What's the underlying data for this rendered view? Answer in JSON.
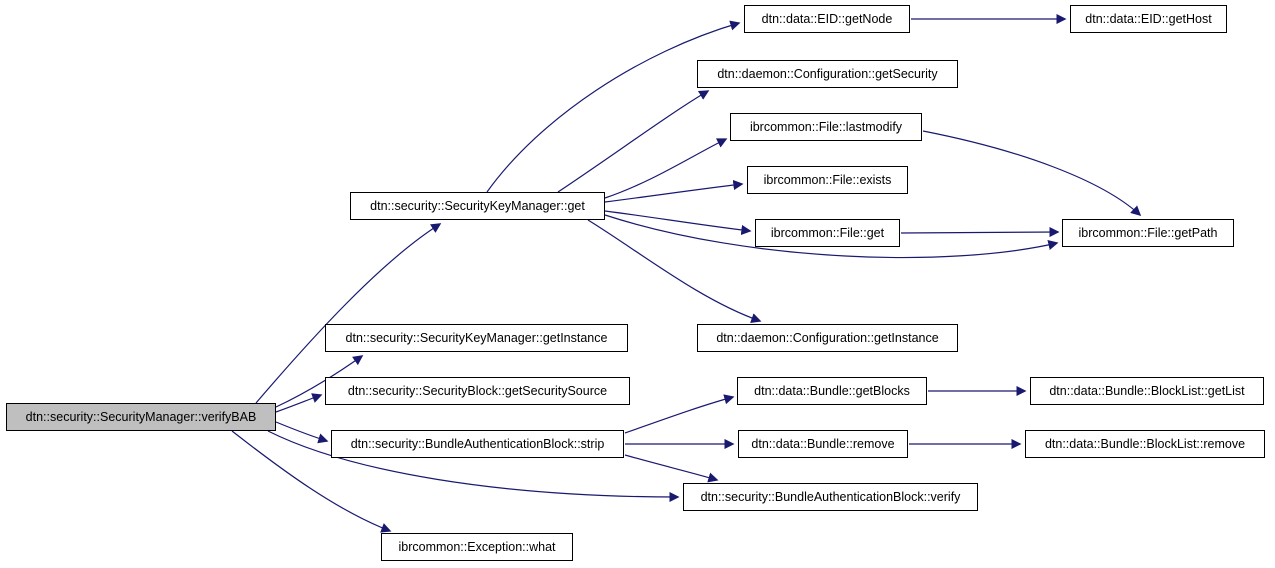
{
  "diagram": {
    "type": "doxygen-call-graph",
    "colors": {
      "edge": "#191970",
      "node_fill": "#ffffff",
      "node_border": "#000000",
      "highlight_fill": "#bfbfbf",
      "background": "#ffffff"
    },
    "nodes": {
      "verifyBAB": {
        "label": "dtn::security::SecurityManager::verifyBAB",
        "highlighted": true
      },
      "kmGet": {
        "label": "dtn::security::SecurityKeyManager::get"
      },
      "eidGetNode": {
        "label": "dtn::data::EID::getNode"
      },
      "eidGetHost": {
        "label": "dtn::data::EID::getHost"
      },
      "cfgGetSecurity": {
        "label": "dtn::daemon::Configuration::getSecurity"
      },
      "fileLastmodify": {
        "label": "ibrcommon::File::lastmodify"
      },
      "fileExists": {
        "label": "ibrcommon::File::exists"
      },
      "fileGet": {
        "label": "ibrcommon::File::get"
      },
      "fileGetPath": {
        "label": "ibrcommon::File::getPath"
      },
      "cfgGetInstance": {
        "label": "dtn::daemon::Configuration::getInstance"
      },
      "kmGetInstance": {
        "label": "dtn::security::SecurityKeyManager::getInstance"
      },
      "sbGetSecuritySource": {
        "label": "dtn::security::SecurityBlock::getSecuritySource"
      },
      "babStrip": {
        "label": "dtn::security::BundleAuthenticationBlock::strip"
      },
      "bundleGetBlocks": {
        "label": "dtn::data::Bundle::getBlocks"
      },
      "blockListGetList": {
        "label": "dtn::data::Bundle::BlockList::getList"
      },
      "bundleRemove": {
        "label": "dtn::data::Bundle::remove"
      },
      "blockListRemove": {
        "label": "dtn::data::Bundle::BlockList::remove"
      },
      "babVerify": {
        "label": "dtn::security::BundleAuthenticationBlock::verify"
      },
      "exceptionWhat": {
        "label": "ibrcommon::Exception::what"
      }
    },
    "edges": [
      {
        "from": "verifyBAB",
        "to": "kmGet"
      },
      {
        "from": "verifyBAB",
        "to": "kmGetInstance"
      },
      {
        "from": "verifyBAB",
        "to": "sbGetSecuritySource"
      },
      {
        "from": "verifyBAB",
        "to": "babStrip"
      },
      {
        "from": "verifyBAB",
        "to": "babVerify"
      },
      {
        "from": "verifyBAB",
        "to": "exceptionWhat"
      },
      {
        "from": "kmGet",
        "to": "eidGetNode"
      },
      {
        "from": "kmGet",
        "to": "cfgGetSecurity"
      },
      {
        "from": "kmGet",
        "to": "fileLastmodify"
      },
      {
        "from": "kmGet",
        "to": "fileExists"
      },
      {
        "from": "kmGet",
        "to": "fileGet"
      },
      {
        "from": "kmGet",
        "to": "fileGetPath"
      },
      {
        "from": "kmGet",
        "to": "cfgGetInstance"
      },
      {
        "from": "eidGetNode",
        "to": "eidGetHost"
      },
      {
        "from": "fileLastmodify",
        "to": "fileGetPath"
      },
      {
        "from": "fileGet",
        "to": "fileGetPath"
      },
      {
        "from": "babStrip",
        "to": "bundleGetBlocks"
      },
      {
        "from": "babStrip",
        "to": "bundleRemove"
      },
      {
        "from": "babStrip",
        "to": "babVerify"
      },
      {
        "from": "bundleGetBlocks",
        "to": "blockListGetList"
      },
      {
        "from": "bundleRemove",
        "to": "blockListRemove"
      }
    ]
  }
}
